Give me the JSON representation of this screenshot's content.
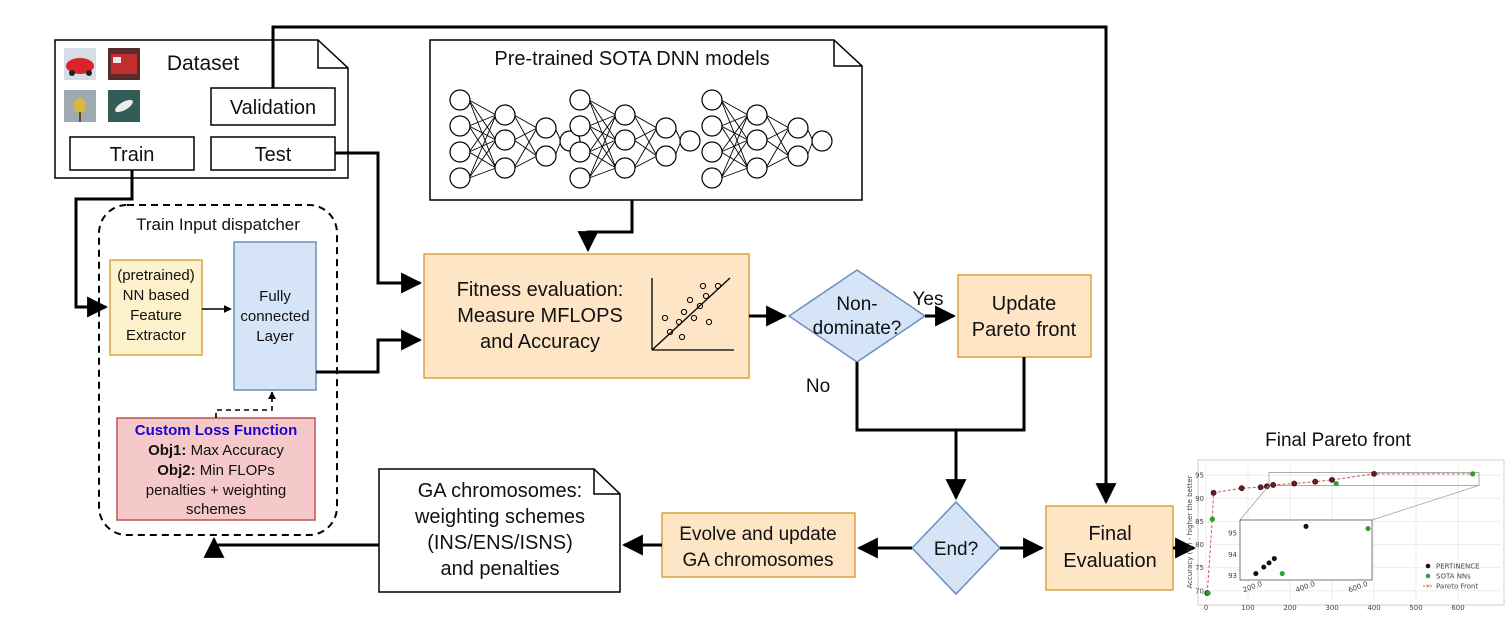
{
  "dataset": {
    "title": "Dataset",
    "validation": "Validation",
    "train": "Train",
    "test": "Test"
  },
  "models": {
    "title": "Pre-trained SOTA DNN models"
  },
  "dispatcher": {
    "title": "Train Input dispatcher",
    "extractor": [
      "(pretrained)",
      "NN based",
      "Feature",
      "Extractor"
    ],
    "fc_layer": [
      "Fully",
      "connected",
      "Layer"
    ]
  },
  "loss": {
    "title": "Custom Loss Function",
    "obj1_key": "Obj1:",
    "obj1_val": " Max Accuracy",
    "obj2_key": "Obj2:",
    "obj2_val": " Min FLOPs",
    "line3": "penalties + weighting",
    "line4": "schemes"
  },
  "fitness": {
    "lines": [
      "Fitness evaluation:",
      "Measure MFLOPS",
      "and Accuracy"
    ]
  },
  "nondominate": {
    "lines": [
      "Non-",
      "dominate?"
    ],
    "yes": "Yes",
    "no": "No"
  },
  "update_pareto": {
    "lines": [
      "Update",
      "Pareto front"
    ]
  },
  "end": {
    "label": "End?"
  },
  "final_eval": {
    "lines": [
      "Final",
      "Evaluation"
    ]
  },
  "evolve": {
    "lines": [
      "Evolve and update",
      "GA chromosomes"
    ]
  },
  "ga_chromosomes": {
    "lines": [
      "GA chromosomes:",
      "weighting schemes",
      "(INS/ENS/ISNS)",
      "and penalties"
    ]
  },
  "colors": {
    "orange_fill": "#fde5c6",
    "orange_stroke": "#d9a441",
    "blue_fill": "#d5e4f7",
    "blue_stroke": "#6c8ebf",
    "yellow_fill": "#fdf2cc",
    "pink_fill": "#f5c9c9",
    "loss_title": "#1f00cc",
    "pertinence": "#111111",
    "sota": "#2ca02c",
    "pareto": "#d9534f"
  },
  "chart_data": {
    "type": "scatter",
    "title": "Final Pareto front",
    "xlabel": "",
    "ylabel": "Accuracy (%) - higher the better",
    "xlim": [
      0,
      700
    ],
    "ylim": [
      68,
      97
    ],
    "xticks": [
      0,
      100,
      200,
      300,
      400,
      500,
      600
    ],
    "yticks": [
      70,
      75,
      80,
      85,
      90,
      95
    ],
    "legend": [
      "PERTINENCE",
      "SOTA NNs",
      "Pareto Front"
    ],
    "legend_position": "bottom-right",
    "series": [
      {
        "name": "PERTINENCE",
        "x": [
          3,
          18,
          85,
          130,
          145,
          160,
          210,
          260,
          300,
          400
        ],
        "y": [
          69.5,
          91.2,
          92.2,
          92.4,
          92.6,
          92.9,
          93.2,
          93.6,
          94.0,
          95.3
        ]
      },
      {
        "name": "SOTA NNs",
        "x": [
          5,
          15,
          310,
          635
        ],
        "y": [
          69.5,
          85.5,
          93.2,
          95.3
        ]
      },
      {
        "name": "Pareto Front",
        "x": [
          3,
          15,
          18,
          85,
          130,
          145,
          160,
          210,
          260,
          300,
          400,
          635
        ],
        "y": [
          69.5,
          85.5,
          91.2,
          92.2,
          92.4,
          92.6,
          92.9,
          93.2,
          93.6,
          94.0,
          95.3,
          95.3
        ]
      }
    ],
    "inset": {
      "xlim": [
        150,
        650
      ],
      "ylim": [
        92.8,
        95.6
      ],
      "xticks": [
        200,
        400,
        600
      ],
      "xtick_labels": [
        "200.0",
        "400.0",
        "600.0"
      ],
      "yticks": [
        93,
        94,
        95
      ],
      "pertinence": {
        "x": [
          210,
          240,
          260,
          280,
          400
        ],
        "y": [
          93.1,
          93.4,
          93.6,
          93.8,
          95.3
        ]
      },
      "sota": {
        "x": [
          310,
          635
        ],
        "y": [
          93.1,
          95.2
        ]
      }
    }
  }
}
